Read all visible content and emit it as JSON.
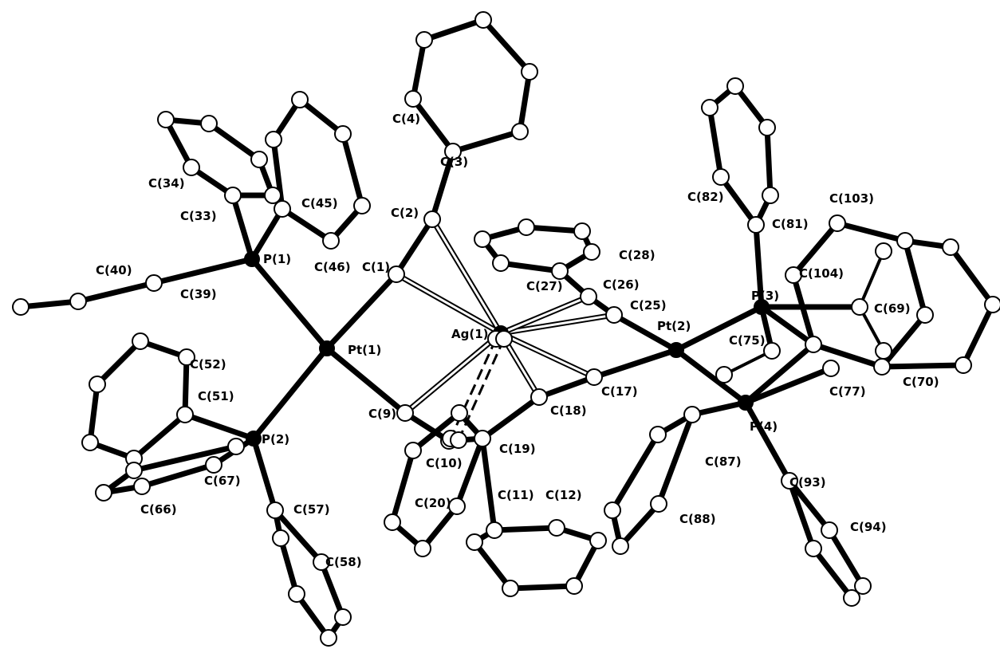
{
  "labels": {
    "c4": "C(4)",
    "c3": "C(3)",
    "c34": "C(34)",
    "c33": "C(33)",
    "c45": "C(45)",
    "c2": "C(2)",
    "c28": "C(28)",
    "c82": "C(82)",
    "c81": "C(81)",
    "c103": "C(103)",
    "c40": "C(40)",
    "c39": "C(39)",
    "p1": "P(1)",
    "c46": "C(46)",
    "c1": "C(1)",
    "c27": "C(27)",
    "c26": "C(26)",
    "c25": "C(25)",
    "c104": "C(104)",
    "p3": "P(3)",
    "c69": "C(69)",
    "ag1": "Ag(1)",
    "pt1": "Pt(1)",
    "pt2": "Pt(2)",
    "c75": "C(75)",
    "c70": "C(70)",
    "c52": "C(52)",
    "c17": "C(17)",
    "c77": "C(77)",
    "c51": "C(51)",
    "c9": "C(9)",
    "c18": "C(18)",
    "p4": "P(4)",
    "p2": "P(2)",
    "c19": "C(19)",
    "c87": "C(87)",
    "c10": "C(10)",
    "c67": "C(67)",
    "c11": "C(11)",
    "c12": "C(12)",
    "c93": "C(93)",
    "c66": "C(66)",
    "c57": "C(57)",
    "c20": "C(20)",
    "c88": "C(88)",
    "c94": "C(94)",
    "c58": "C(58)"
  }
}
